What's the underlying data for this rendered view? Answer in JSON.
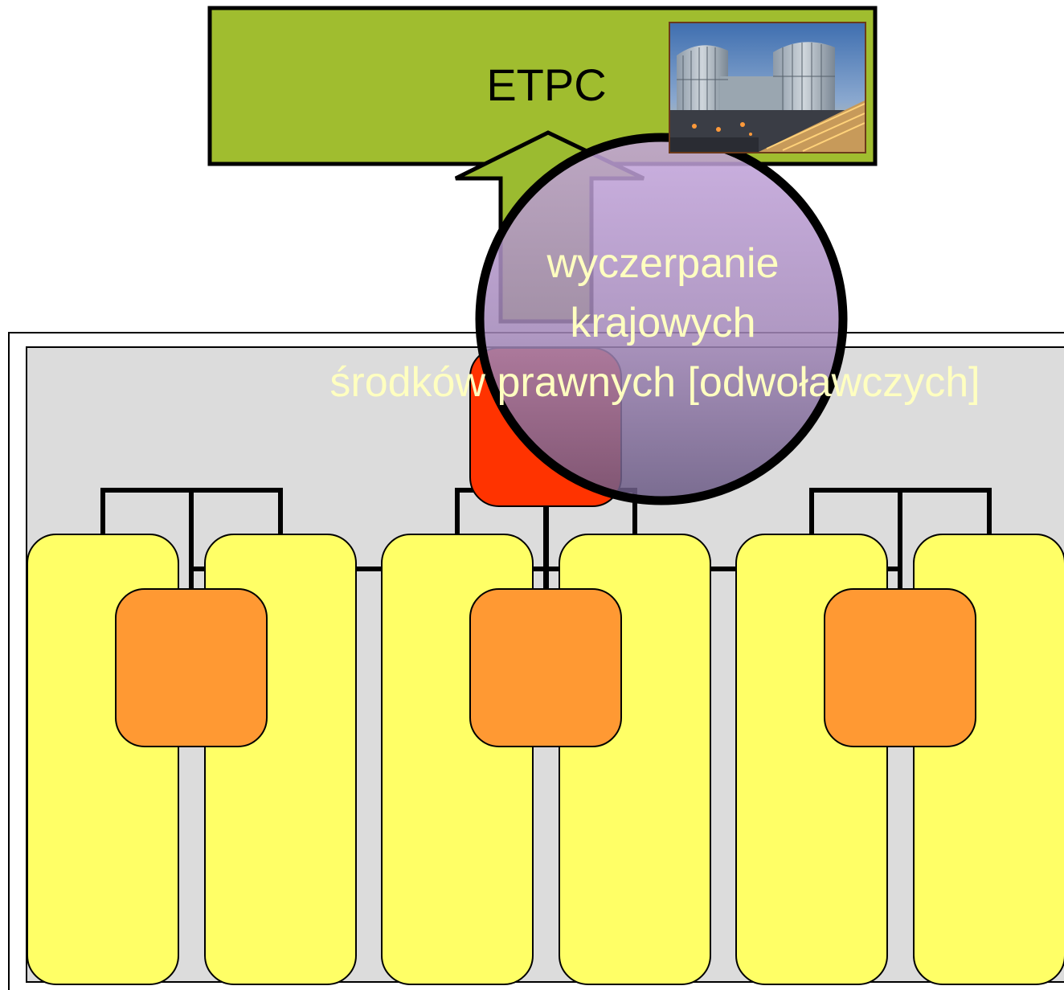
{
  "court": {
    "label": "ETPC"
  },
  "note": {
    "line1": "wyczerpanie",
    "line2": "krajowych",
    "line3": "środków prawnych [odwoławczych]"
  },
  "colors": {
    "court_box": "#a0bd2f",
    "arrow": "#9bbb30",
    "panel": "#dcdcdc",
    "top_node": "#ff3300",
    "middle_nodes": "#ff9933",
    "bottom_nodes": "#ffff66",
    "circle": "#a58abd",
    "note_text": "#ffffc0"
  }
}
